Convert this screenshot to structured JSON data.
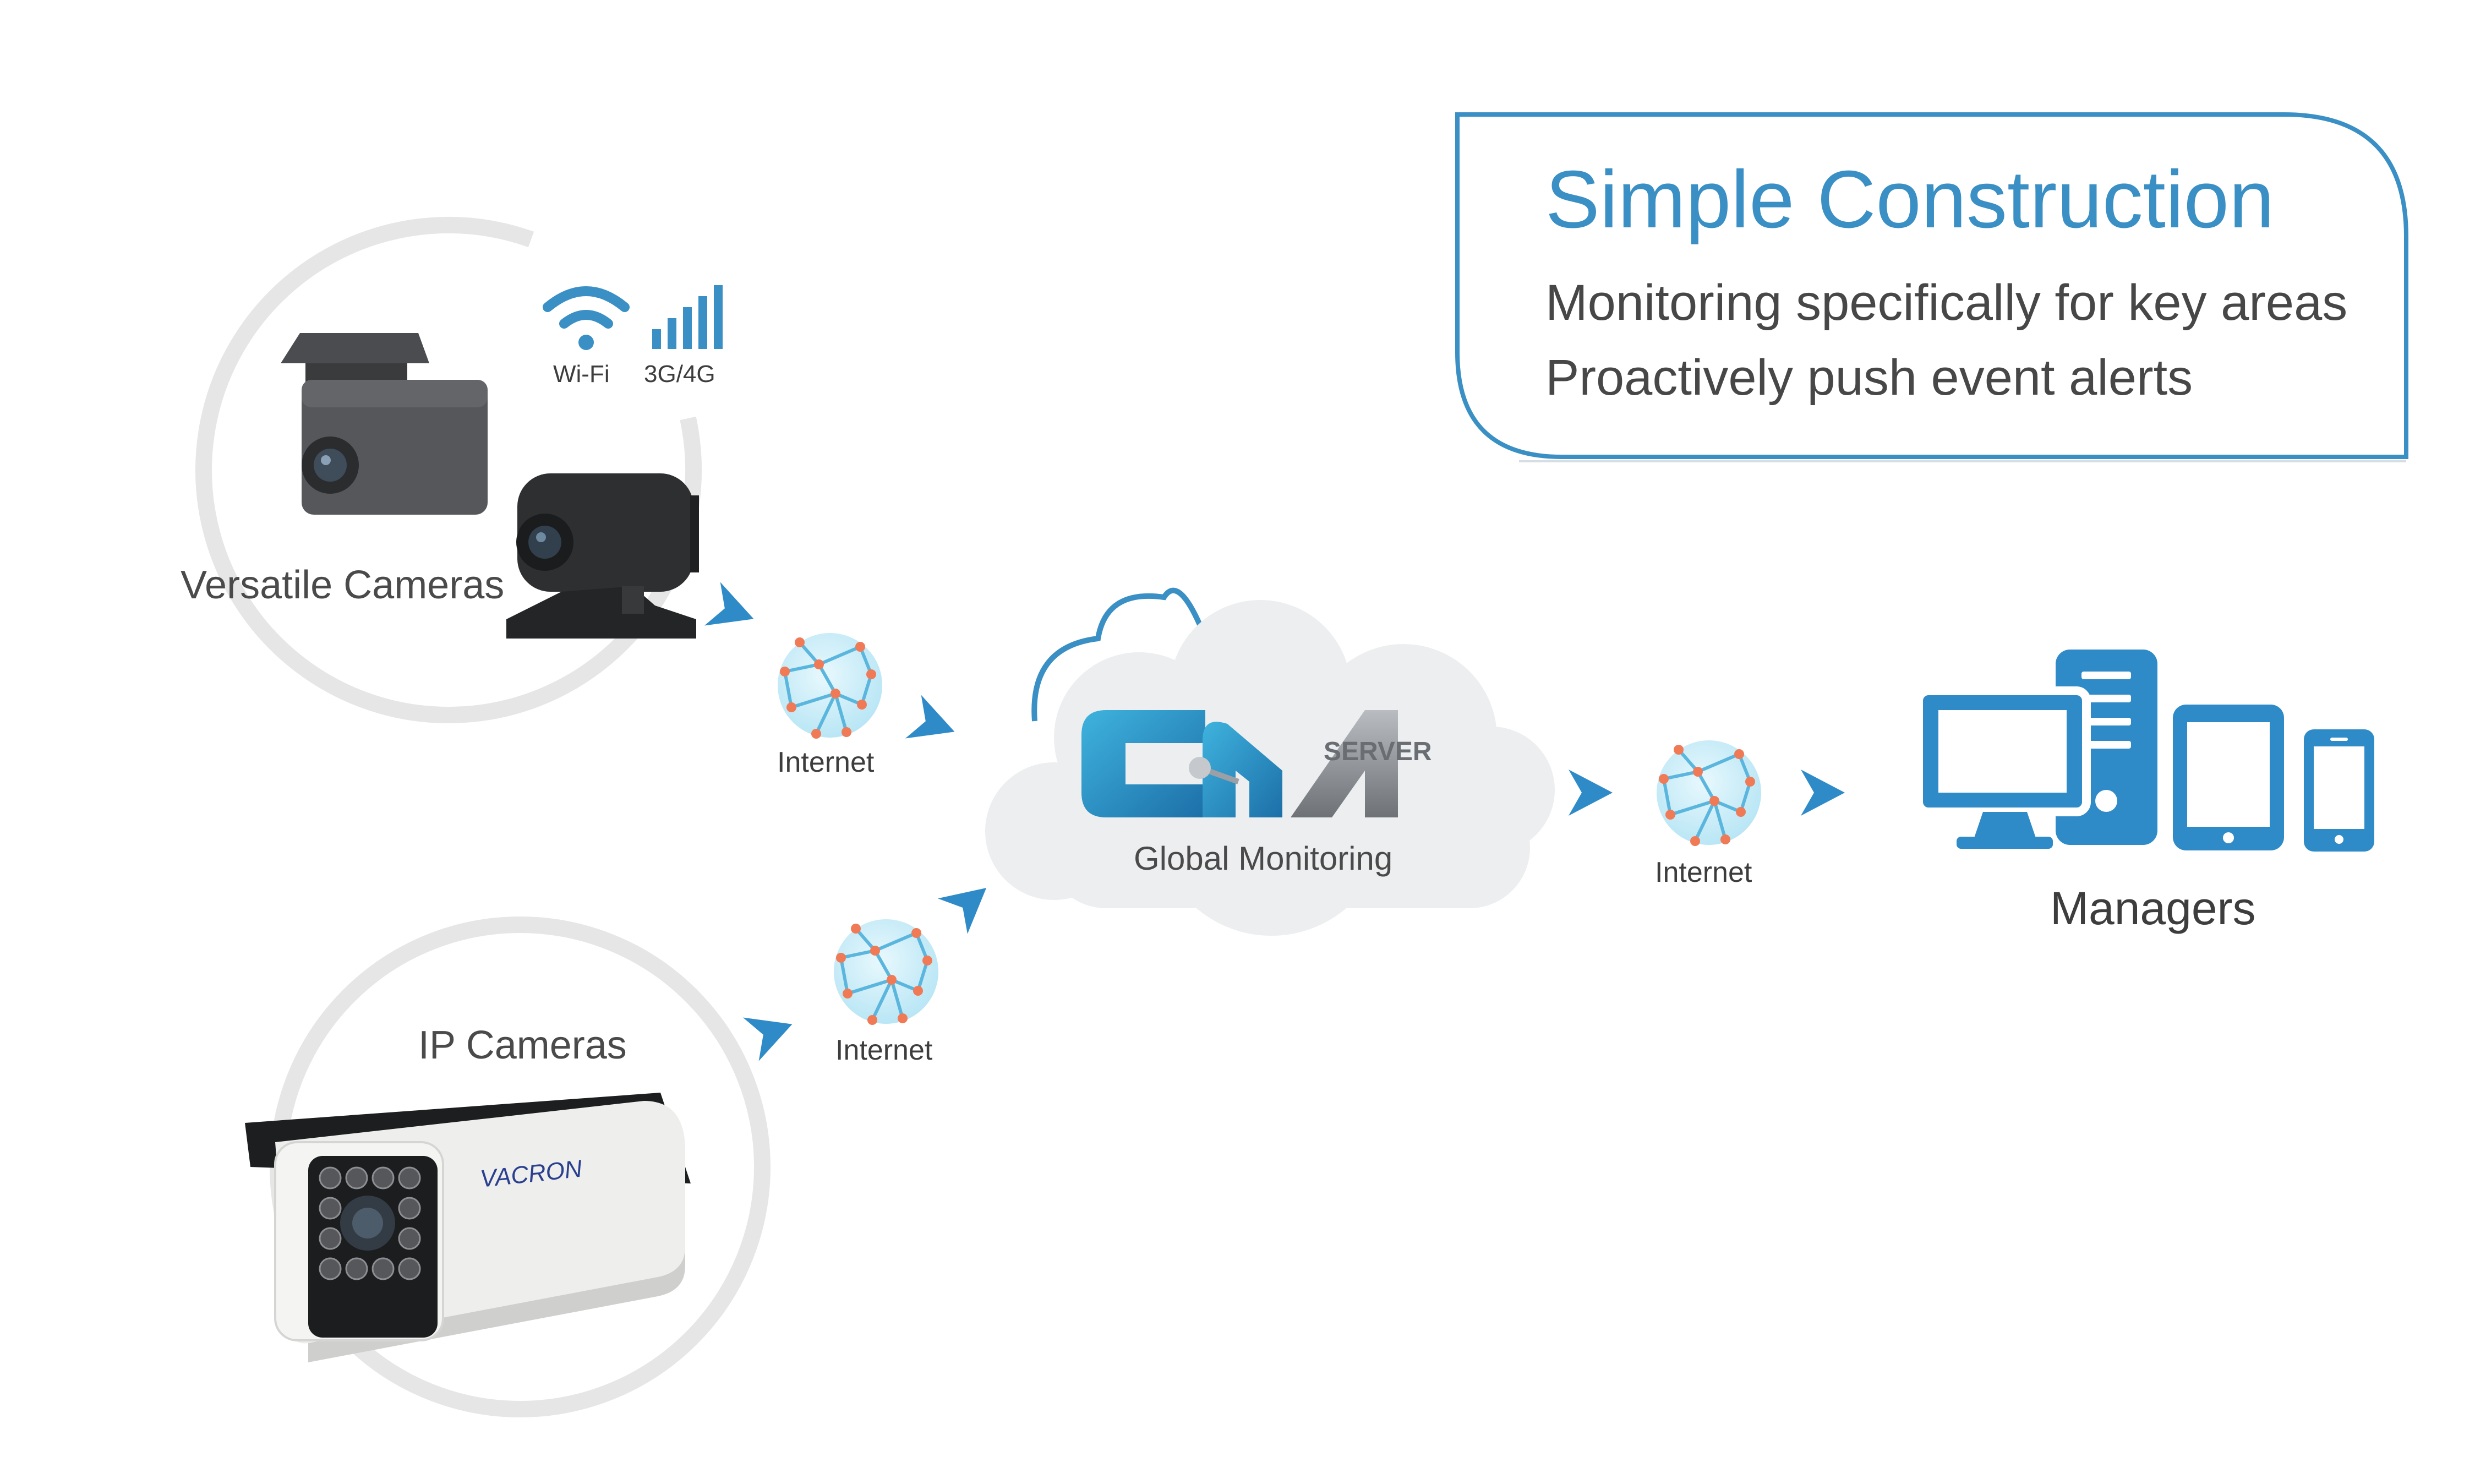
{
  "info_box": {
    "title": "Simple Construction",
    "line1": "Monitoring specifically for key areas",
    "line2": "Proactively push event alerts"
  },
  "cameras": {
    "versatile": "Versatile Cameras",
    "ip": "IP Cameras",
    "brand": "VACRON"
  },
  "signals": {
    "wifi": "Wi-Fi",
    "cellular": "3G/4G"
  },
  "network": {
    "internet_top": "Internet",
    "internet_bottom": "Internet",
    "internet_right": "Internet"
  },
  "server": {
    "badge": "SERVER",
    "label": "Global Monitoring"
  },
  "managers": {
    "label": "Managers"
  },
  "colors": {
    "accent_blue": "#3a8fc4",
    "device_blue": "#2f8bc8",
    "cloud_gray": "#eceef0",
    "ring_gray": "#e6e6e6",
    "node_orange": "#f07a55"
  },
  "icons": [
    "wifi-icon",
    "cellular-signal-icon",
    "globe-network-icon",
    "arrow-icon",
    "desktop-icon",
    "tower-icon",
    "tablet-icon",
    "phone-icon",
    "cloud-icon"
  ]
}
